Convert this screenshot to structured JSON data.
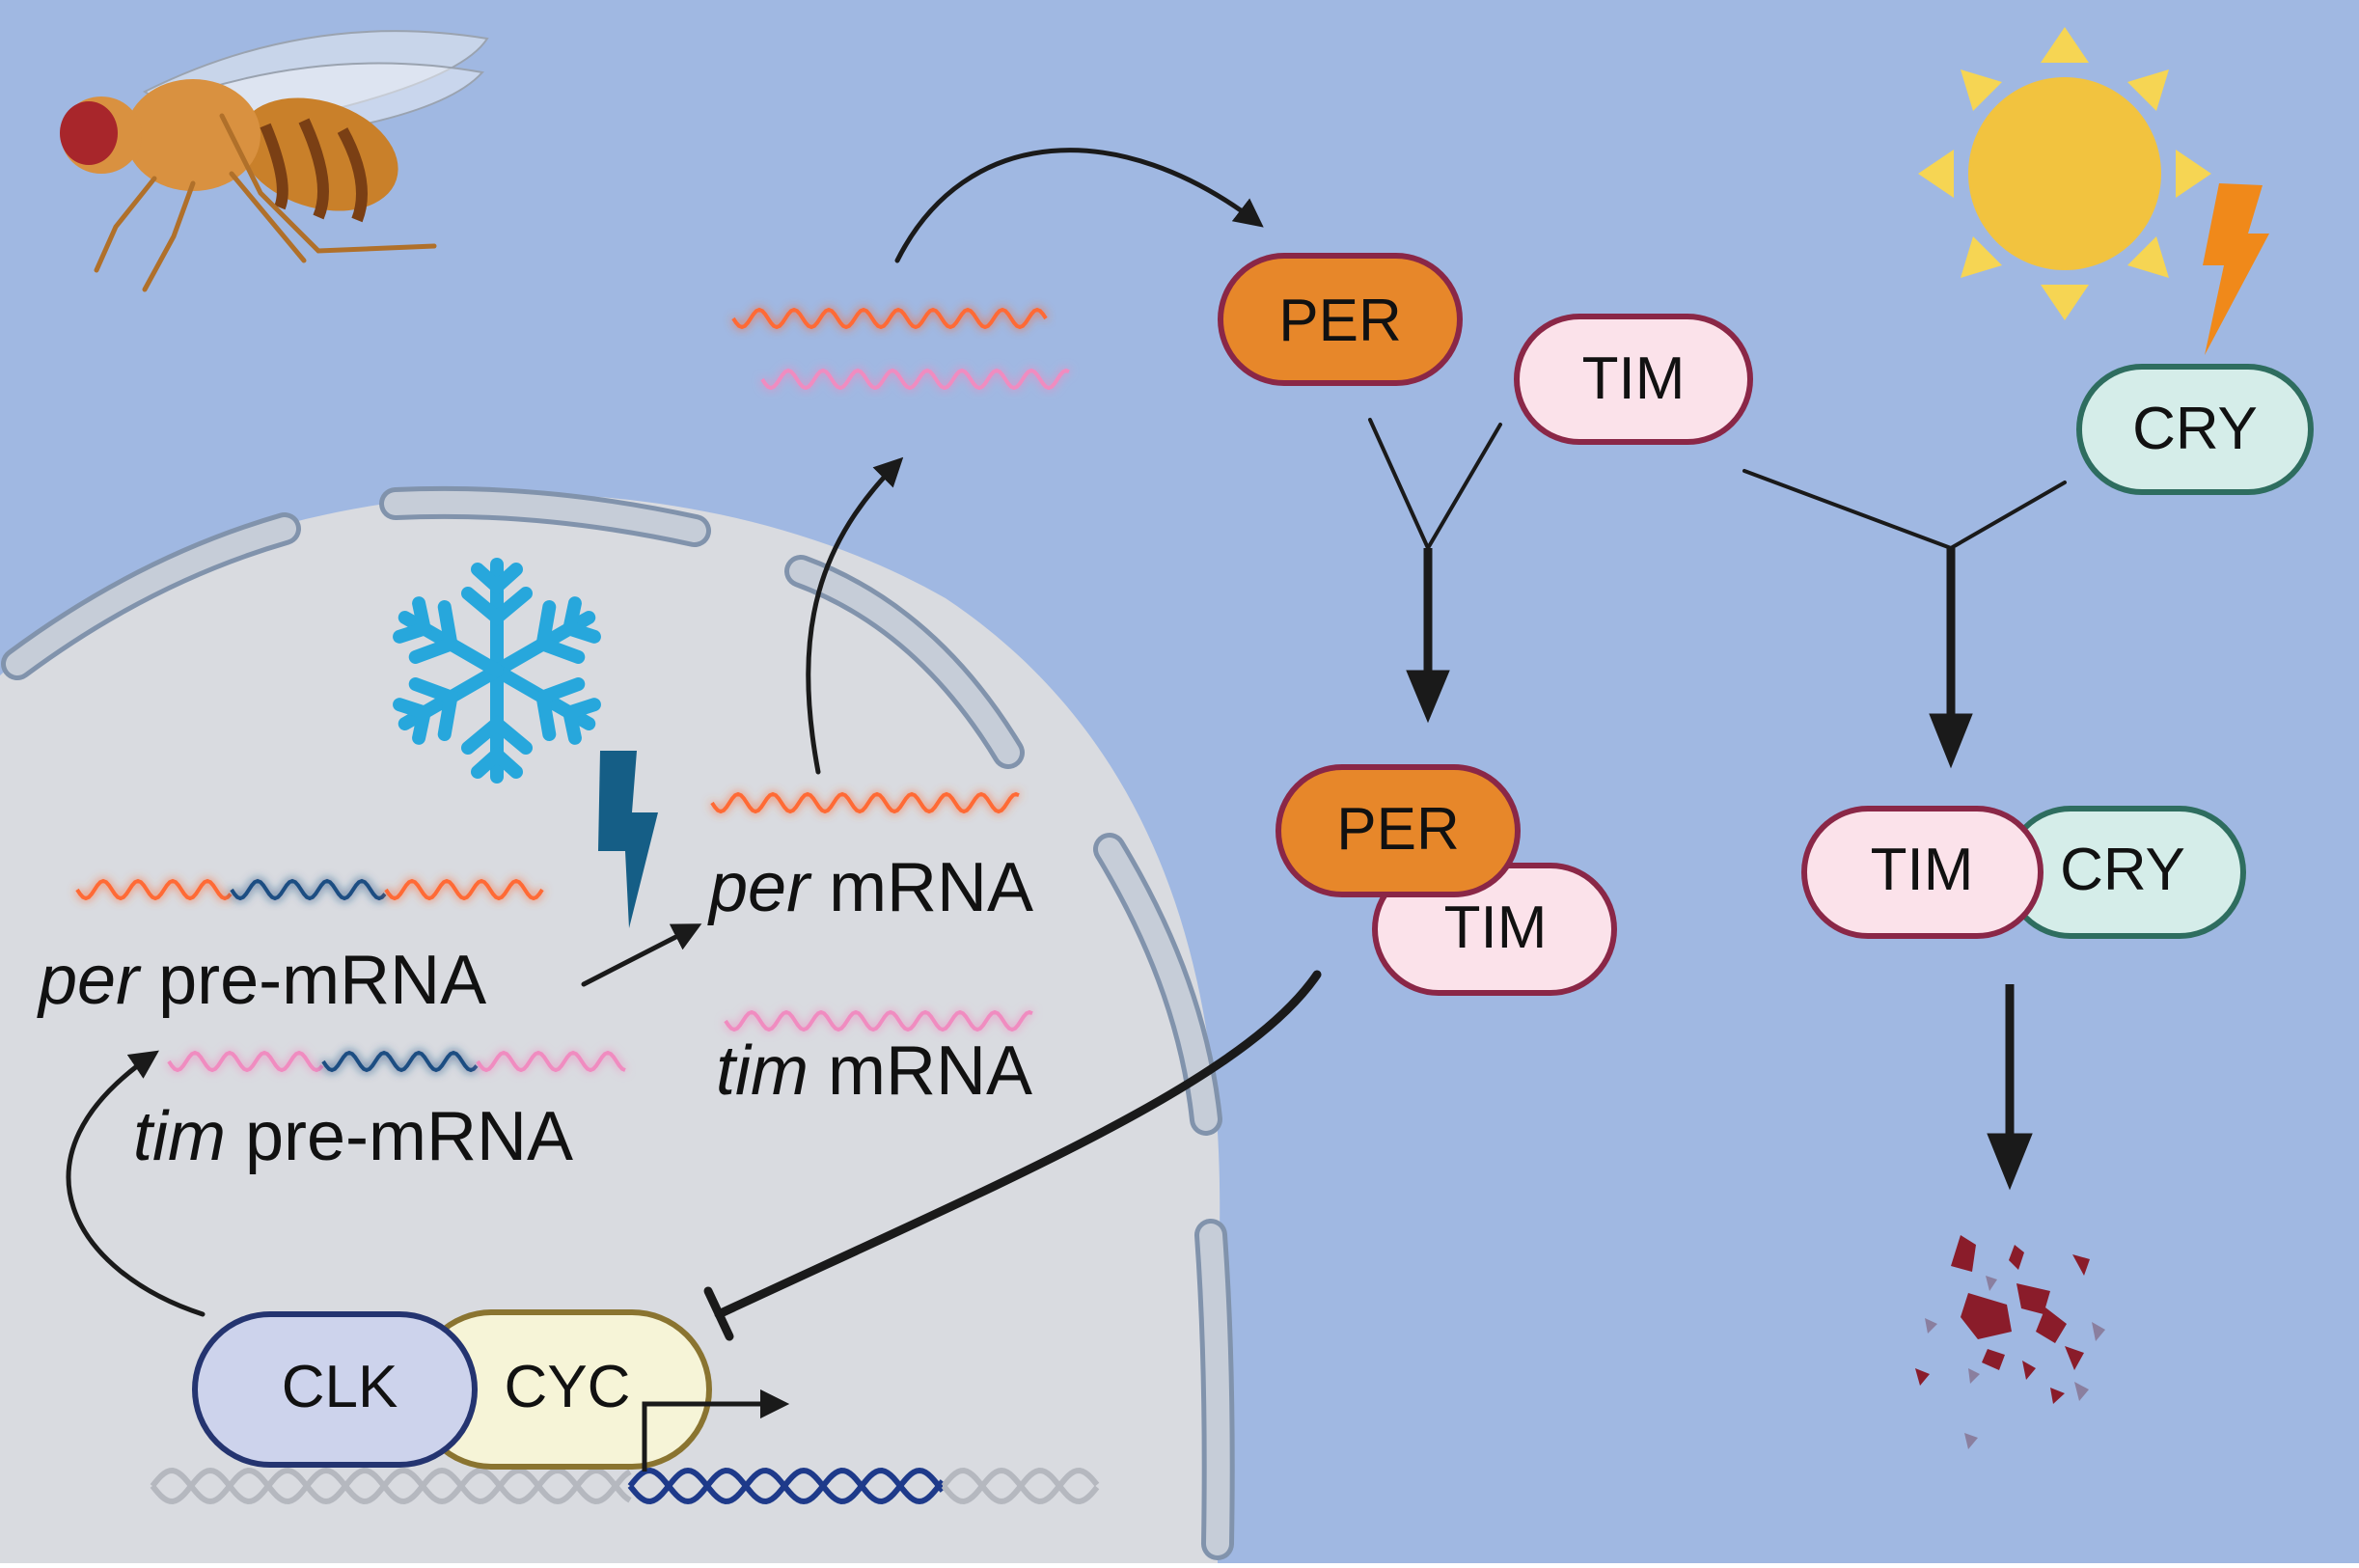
{
  "colors": {
    "background": "#a0b8e2",
    "nucleus": "#d9dbe0",
    "membrane": "#c6cdd8",
    "per_orange": "#e7872a",
    "tim_pink": "#fbe2ea",
    "cry_teal": "#d5ede9",
    "clk_lavender": "#cdd3ec",
    "cyc_cream": "#f6f4d7",
    "protein_border_maroon": "#8a2747",
    "cry_border": "#2e6d5f",
    "clk_border": "#243470",
    "cyc_border": "#8a7430",
    "per_rna": "#ff6a35",
    "tim_rna": "#f08cc0",
    "intron": "#1d4e82",
    "sun": "#f2c33f",
    "bolt_orange": "#f0891a",
    "bolt_blue": "#155e86",
    "snowflake": "#27a7dc",
    "debris": "#8a1c2a",
    "dna_active": "#1e3a8a",
    "dna_inactive": "#b5b8bf",
    "arrow": "#1a1a1a"
  },
  "icons": [
    "fruit-fly-icon",
    "snowflake-icon",
    "lightning-bolt-icon",
    "sun-icon",
    "degradation-fragments-icon",
    "dna-helix-icon"
  ],
  "proteins": {
    "per_cytoplasm": "PER",
    "tim_cytoplasm": "TIM",
    "cry_free": "CRY",
    "per_in_complex": "PER",
    "tim_in_complex": "TIM",
    "tim_with_cry": "TIM",
    "cry_with_tim": "CRY",
    "clk": "CLK",
    "cyc": "CYC"
  },
  "rna_labels": {
    "per_pre_italic": "per",
    "per_pre_rest": " pre-mRNA",
    "tim_pre_italic": "tim",
    "tim_pre_rest": " pre-mRNA",
    "per_mrna_italic": "per",
    "per_mrna_rest": " mRNA",
    "tim_mrna_italic": "tim",
    "tim_mrna_rest": " mRNA"
  }
}
